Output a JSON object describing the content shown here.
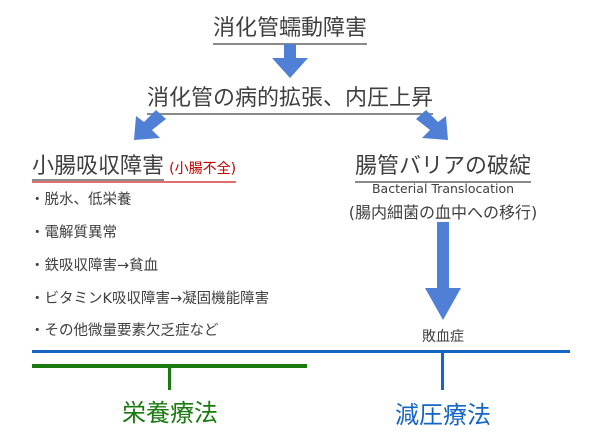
{
  "top": {
    "title": "消化管蠕動障害",
    "subtitle": "消化管の病的拡張、内圧上昇"
  },
  "left": {
    "heading": "小腸吸収障害",
    "note": "(小腸不全)",
    "items": [
      "・脱水、低栄養",
      "・電解質異常",
      "・鉄吸収障害→貧血",
      "・ビタミンK吸収障害→凝固機能障害",
      "・その他微量要素欠乏症など"
    ]
  },
  "right": {
    "heading": "腸管バリアの破綻",
    "english": "Bacterial Translocation",
    "explain": "(腸内細菌の血中への移行)",
    "result": "敗血症"
  },
  "therapy": {
    "left": "栄養療法",
    "right": "減圧療法"
  },
  "colors": {
    "arrow": "#4f80d6",
    "blue": "#1565c4",
    "green": "#1a7a10",
    "red": "#c00000"
  }
}
